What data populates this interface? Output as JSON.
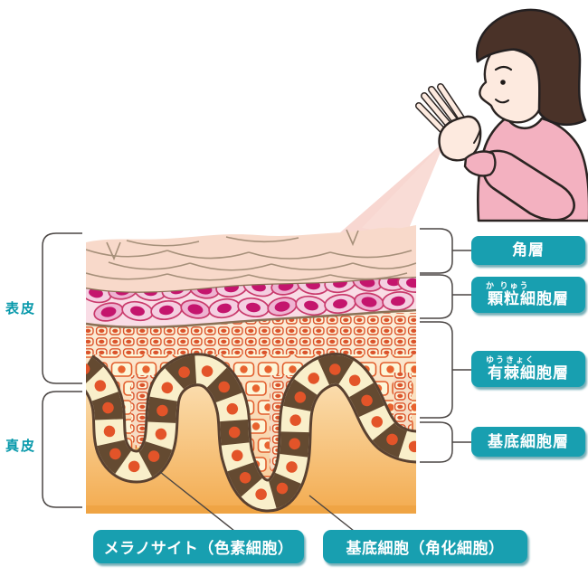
{
  "side_labels": {
    "epidermis": "表皮",
    "dermis": "真皮"
  },
  "layer_labels": {
    "corneum": {
      "text": "角層"
    },
    "granular": {
      "furigana": "か りゅう",
      "text": "顆粒細胞層"
    },
    "spinous": {
      "furigana": "ゆうきょく",
      "text": "有棘細胞層"
    },
    "basal": {
      "text": "基底細胞層"
    }
  },
  "cell_labels": {
    "melanocyte": {
      "text": "メラノサイト（色素細胞）"
    },
    "basal_cell": {
      "text": "基底細胞（角化細胞）"
    }
  },
  "colors": {
    "label_teal": "#189fb0",
    "label_teal_shadow": "#0c7b8a",
    "label_text": "#ffffff",
    "side_label_text": "#0899ab",
    "corneum_pink": "#f8d9ca",
    "granular_cell_pink": "#f4cfe1",
    "granular_nucleus": "#c4156d",
    "spinous_cell_cream": "#fdf6d8",
    "spinous_nucleus_orange": "#e8632f",
    "basal_band_brown": "#644a31",
    "basal_cell_cream": "#f9efca",
    "melanin_dot_red": "#e35429",
    "dermis_orange": "#f3ab4f",
    "beam_pink": "#f7d0c9"
  }
}
